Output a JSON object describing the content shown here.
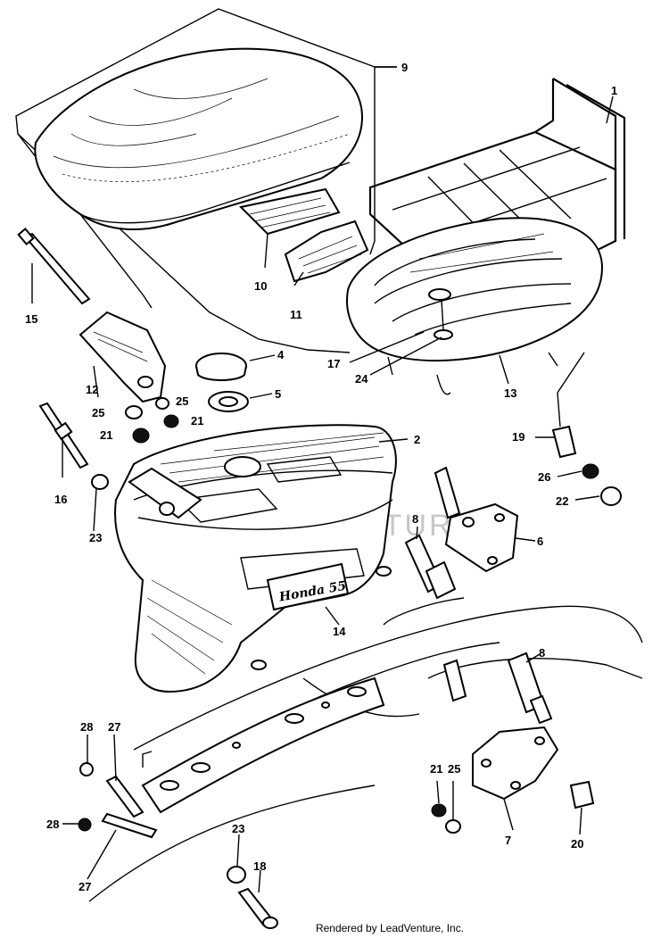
{
  "diagram": {
    "callouts": [
      "1",
      "2",
      "4",
      "5",
      "6",
      "7",
      "8",
      "8",
      "9",
      "10",
      "11",
      "12",
      "13",
      "14",
      "15",
      "16",
      "17",
      "18",
      "19",
      "20",
      "21",
      "21",
      "21",
      "22",
      "23",
      "23",
      "24",
      "25",
      "25",
      "25",
      "26",
      "27",
      "27",
      "28",
      "28"
    ],
    "emblem_text": "Honda 55",
    "watermark": "LEADVENTURE",
    "footer": "Rendered by LeadVenture, Inc."
  }
}
